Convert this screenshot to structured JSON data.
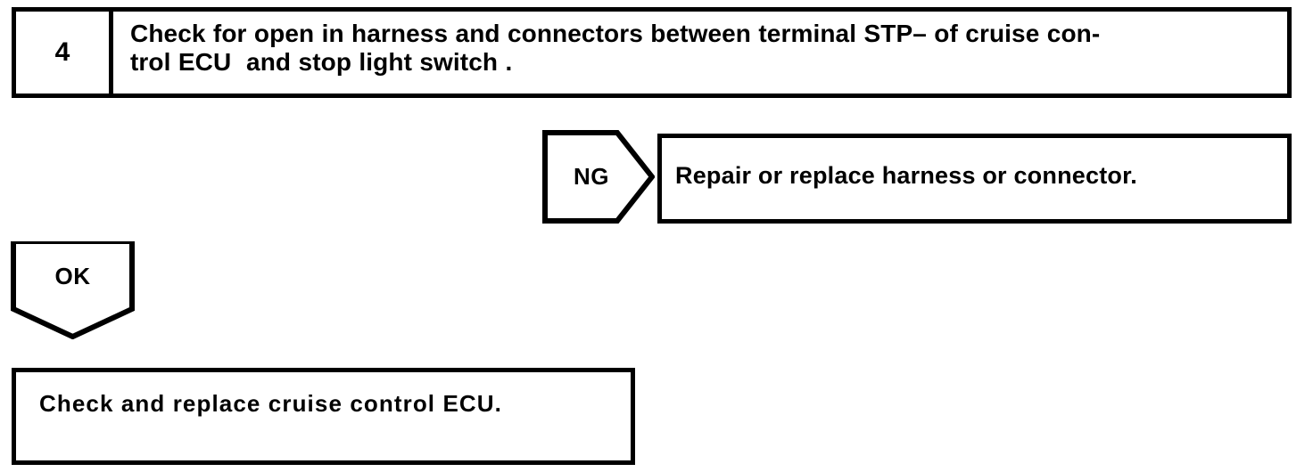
{
  "flowchart": {
    "step": {
      "number": "4",
      "instruction": "Check for open in harness and connectors between terminal STP– of cruise con-\ntrol ECU  and stop light switch ."
    },
    "branch_ng": {
      "label": "NG",
      "result_text": "Repair or replace harness or connector."
    },
    "branch_ok": {
      "label": "OK",
      "result_text": "Check and replace cruise control ECU."
    },
    "colors": {
      "ink": "#000000",
      "paper": "#ffffff"
    }
  }
}
